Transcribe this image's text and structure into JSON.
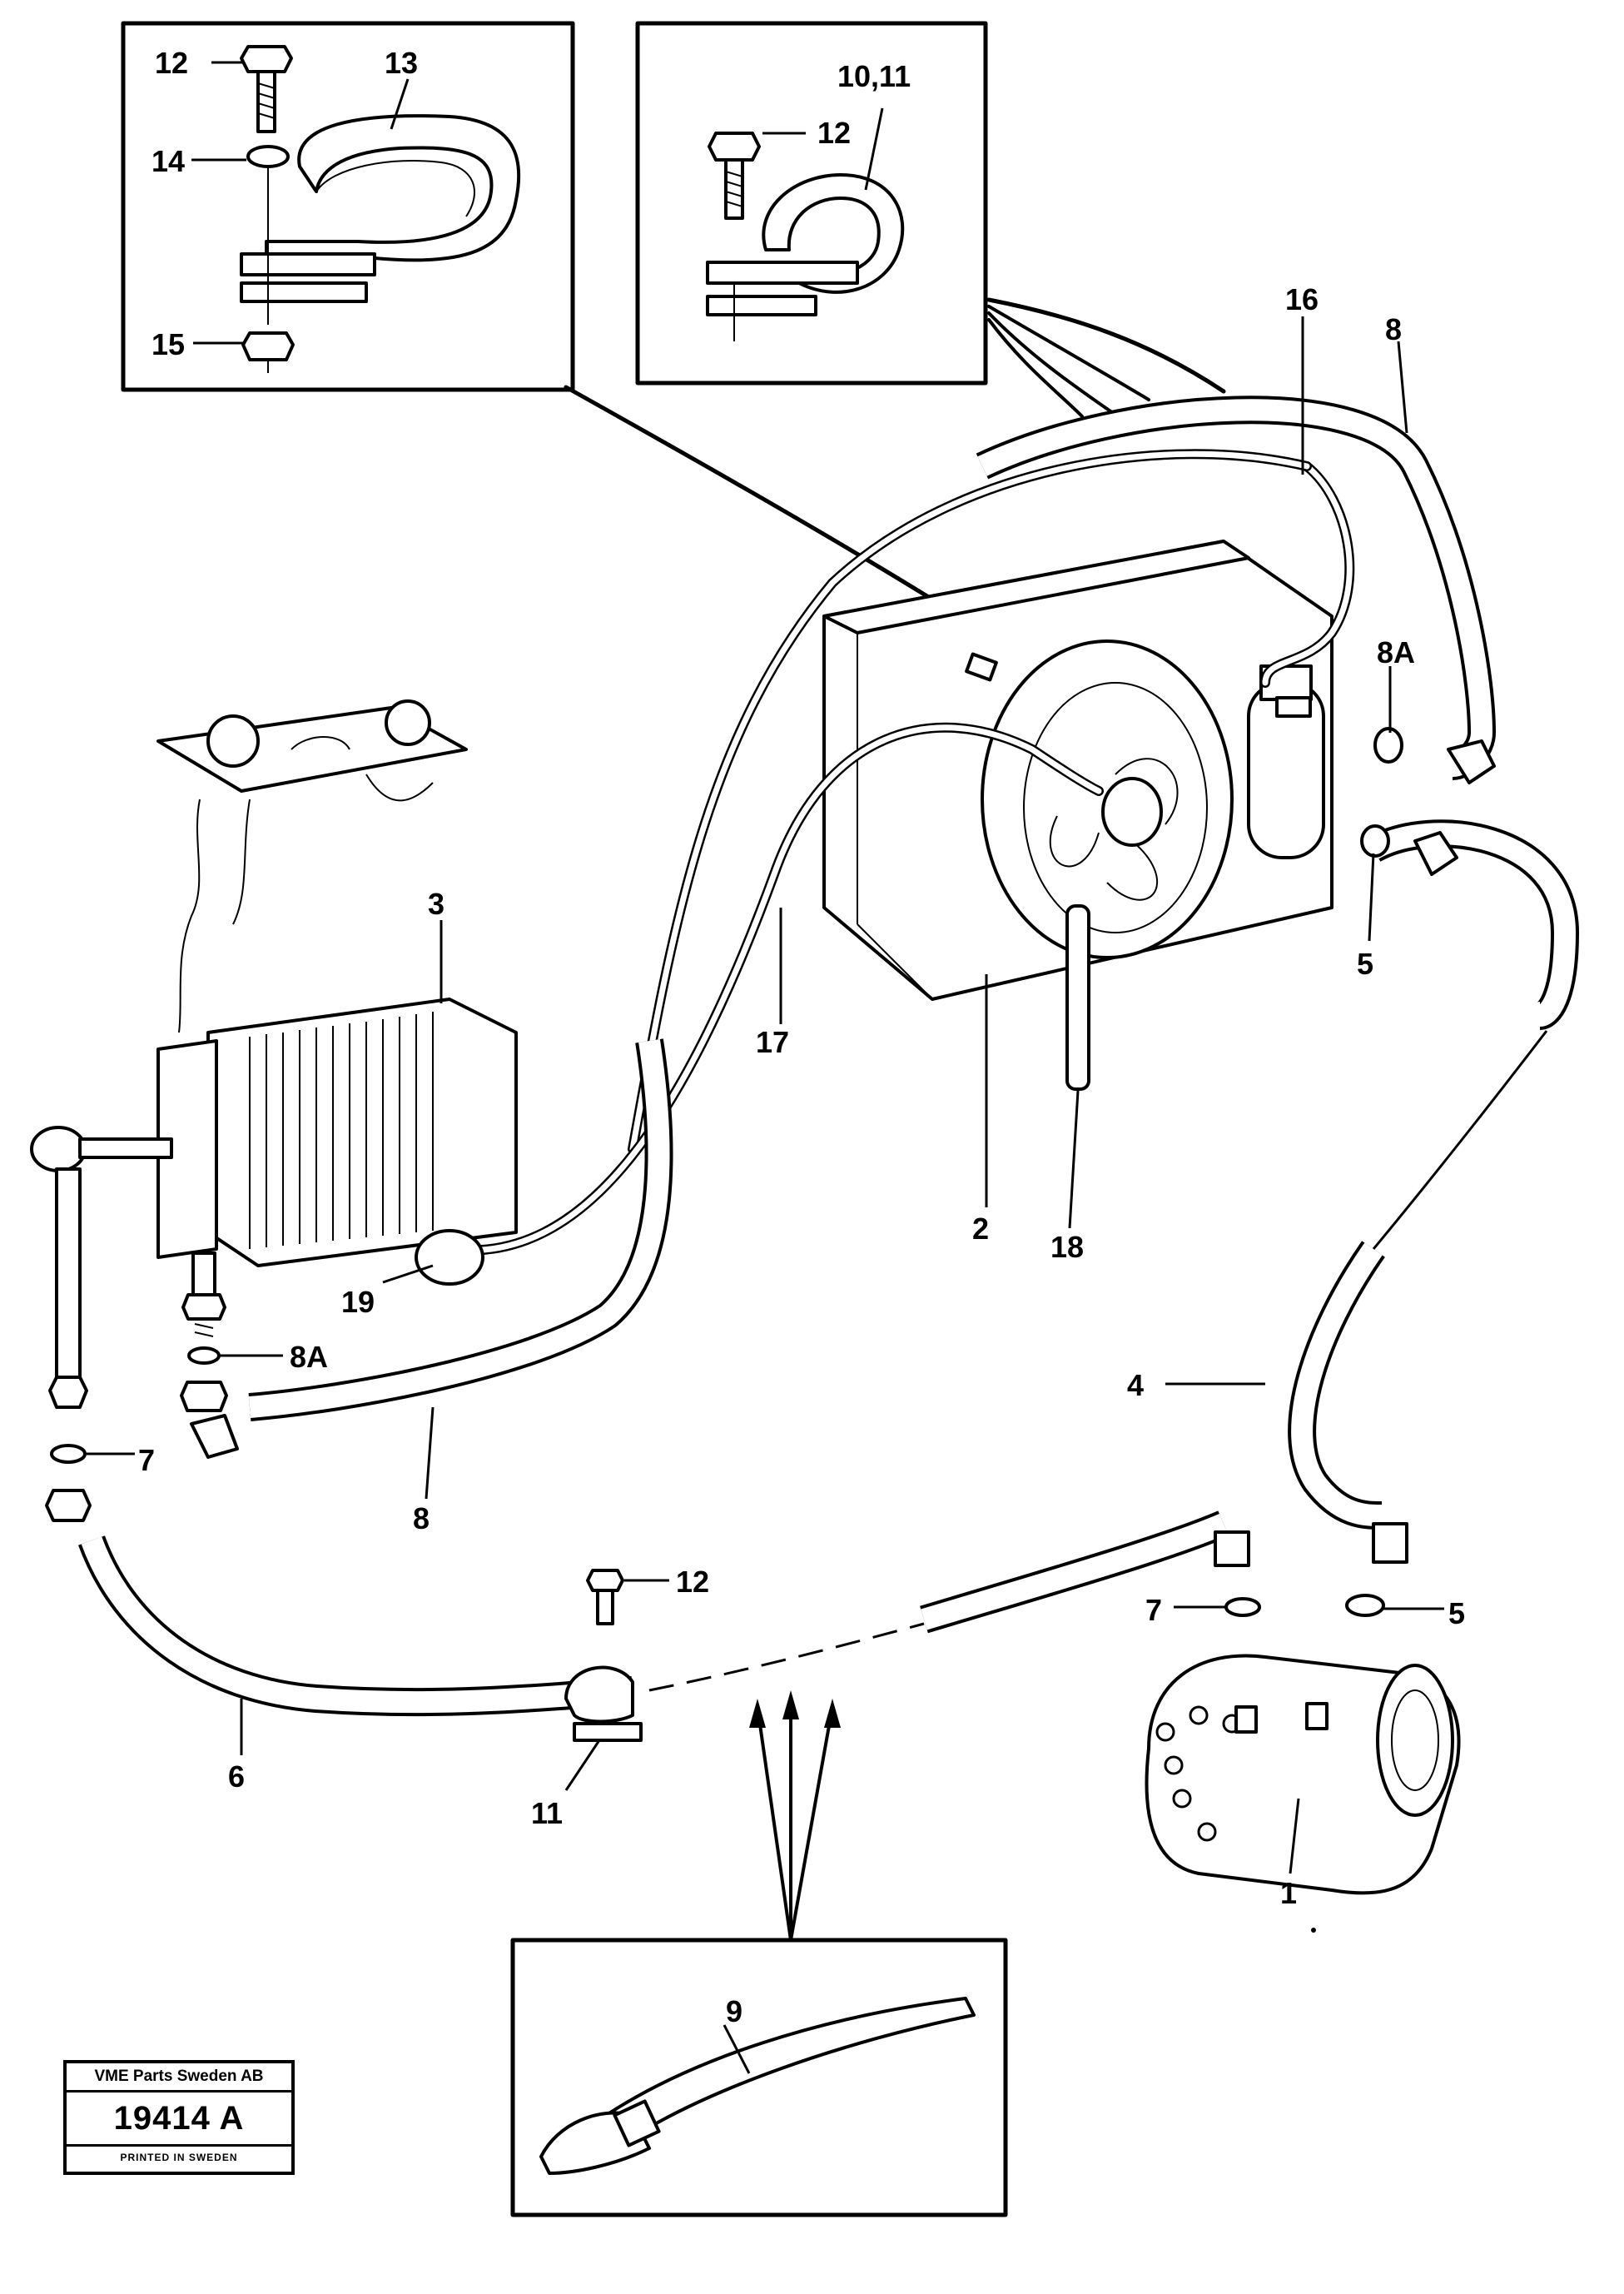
{
  "callouts": [
    {
      "id": "c12-a",
      "text": "12"
    },
    {
      "id": "c13",
      "text": "13"
    },
    {
      "id": "c14",
      "text": "14"
    },
    {
      "id": "c15",
      "text": "15"
    },
    {
      "id": "c1011",
      "text": "10,11"
    },
    {
      "id": "c12-b",
      "text": "12"
    },
    {
      "id": "c16",
      "text": "16"
    },
    {
      "id": "c8-a",
      "text": "8"
    },
    {
      "id": "c8a-a",
      "text": "8A"
    },
    {
      "id": "c5-a",
      "text": "5"
    },
    {
      "id": "c3",
      "text": "3"
    },
    {
      "id": "c17",
      "text": "17"
    },
    {
      "id": "c2",
      "text": "2"
    },
    {
      "id": "c18",
      "text": "18"
    },
    {
      "id": "c19",
      "text": "19"
    },
    {
      "id": "c8a-b",
      "text": "8A"
    },
    {
      "id": "c7-a",
      "text": "7"
    },
    {
      "id": "c8-b",
      "text": "8"
    },
    {
      "id": "c4",
      "text": "4"
    },
    {
      "id": "c12-c",
      "text": "12"
    },
    {
      "id": "c7-b",
      "text": "7"
    },
    {
      "id": "c5-b",
      "text": "5"
    },
    {
      "id": "c6",
      "text": "6"
    },
    {
      "id": "c11",
      "text": "11"
    },
    {
      "id": "c1",
      "text": "1"
    },
    {
      "id": "c9",
      "text": "9"
    }
  ],
  "stamp": {
    "company": "VME Parts Sweden AB",
    "number": "19414 A",
    "printed": "PRINTED IN SWEDEN"
  }
}
